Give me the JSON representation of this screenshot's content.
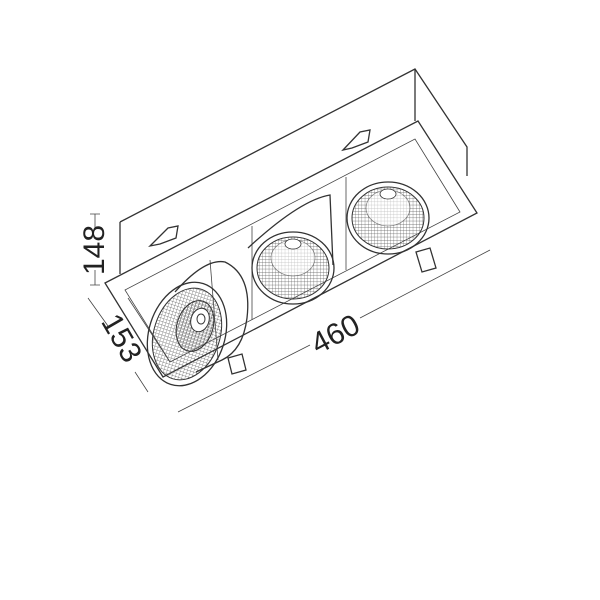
{
  "drawing": {
    "dimensions": {
      "height": "148",
      "depth": "153",
      "length": "460"
    },
    "line_color": "#333333",
    "background_color": "#ffffff"
  }
}
